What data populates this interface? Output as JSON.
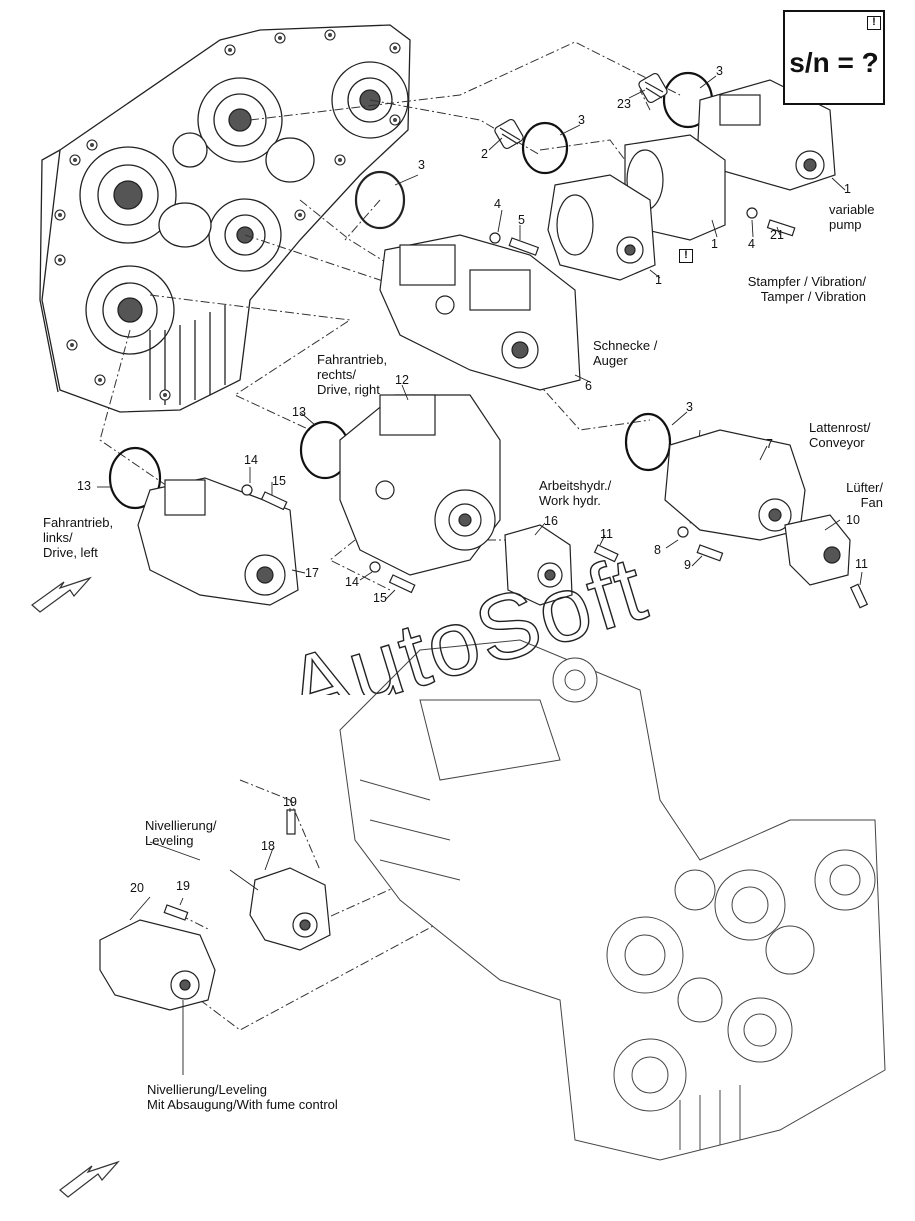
{
  "sn_box": {
    "text": "s/n = ?",
    "warning_glyph": "!"
  },
  "warning_glyph": "!",
  "watermark": {
    "text": "AutoSoft"
  },
  "labels": {
    "variable_pump": [
      "variable",
      "pump"
    ],
    "tamper_vibration": [
      "Stampfer / Vibration/",
      "Tamper / Vibration"
    ],
    "auger": [
      "Schnecke /",
      "Auger"
    ],
    "drive_right": [
      "Fahrantrieb,",
      "rechts/",
      "Drive, right"
    ],
    "conveyor": [
      "Lattenrost/",
      "Conveyor"
    ],
    "fan": [
      "Lüfter/",
      "Fan"
    ],
    "work_hydr": [
      "Arbeitshydr./",
      "Work hydr."
    ],
    "drive_left": [
      "Fahrantrieb,",
      "links/",
      "Drive, left"
    ],
    "leveling": [
      "Nivellierung/",
      "Leveling"
    ],
    "leveling_fume": [
      "Nivellierung/Leveling",
      "Mit Absaugung/With fume control"
    ]
  },
  "callouts": [
    "3",
    "23",
    "3",
    "2",
    "3",
    "1",
    "1",
    "4",
    "21",
    "4",
    "5",
    "1",
    "6",
    "12",
    "13",
    "3",
    "7",
    "14",
    "15",
    "13",
    "16",
    "11",
    "10",
    "8",
    "9",
    "11",
    "17",
    "14",
    "15",
    "19",
    "18",
    "20",
    "19"
  ]
}
